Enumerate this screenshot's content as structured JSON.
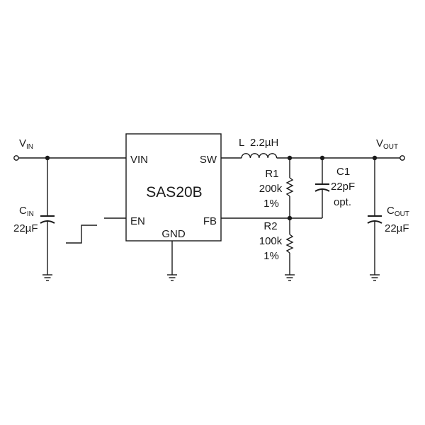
{
  "ic": {
    "name": "SAS20B",
    "pins": {
      "vin": "VIN",
      "sw": "SW",
      "en": "EN",
      "fb": "FB",
      "gnd": "GND"
    }
  },
  "nets": {
    "vin": {
      "main": "V",
      "sub": "IN"
    },
    "vout": {
      "main": "V",
      "sub": "OUT"
    }
  },
  "components": {
    "cin": {
      "main": "C",
      "sub": "IN",
      "value": "22µF"
    },
    "l": {
      "ref": "L",
      "value": "2.2µH"
    },
    "r1": {
      "ref": "R1",
      "value": "200k",
      "tolerance": "1%"
    },
    "r2": {
      "ref": "R2",
      "value": "100k",
      "tolerance": "1%"
    },
    "c1": {
      "ref": "C1",
      "value": "22pF",
      "note": "opt."
    },
    "cout": {
      "main": "C",
      "sub": "OUT",
      "value": "22µF"
    }
  },
  "colors": {
    "ink": "#1a1a1a",
    "background": "#ffffff"
  }
}
